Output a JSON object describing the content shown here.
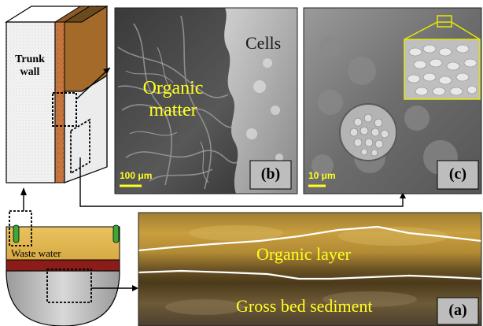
{
  "figure": {
    "trunk_label": "Trunk wall",
    "waste_label": "Waste water",
    "panel_b": {
      "letter": "(b)",
      "label_organic_line1": "Organic",
      "label_organic_line2": "matter",
      "label_cells": "Cells",
      "scalebar": "100 μm"
    },
    "panel_c": {
      "letter": "(c)",
      "scalebar": "10 μm"
    },
    "panel_a": {
      "letter": "(a)",
      "label_organic_layer": "Organic layer",
      "label_sediment": "Gross bed sediment"
    }
  },
  "colors": {
    "organic_label": "#ffff22",
    "trunk_wood": "#c77a45",
    "outline": "#000000"
  }
}
